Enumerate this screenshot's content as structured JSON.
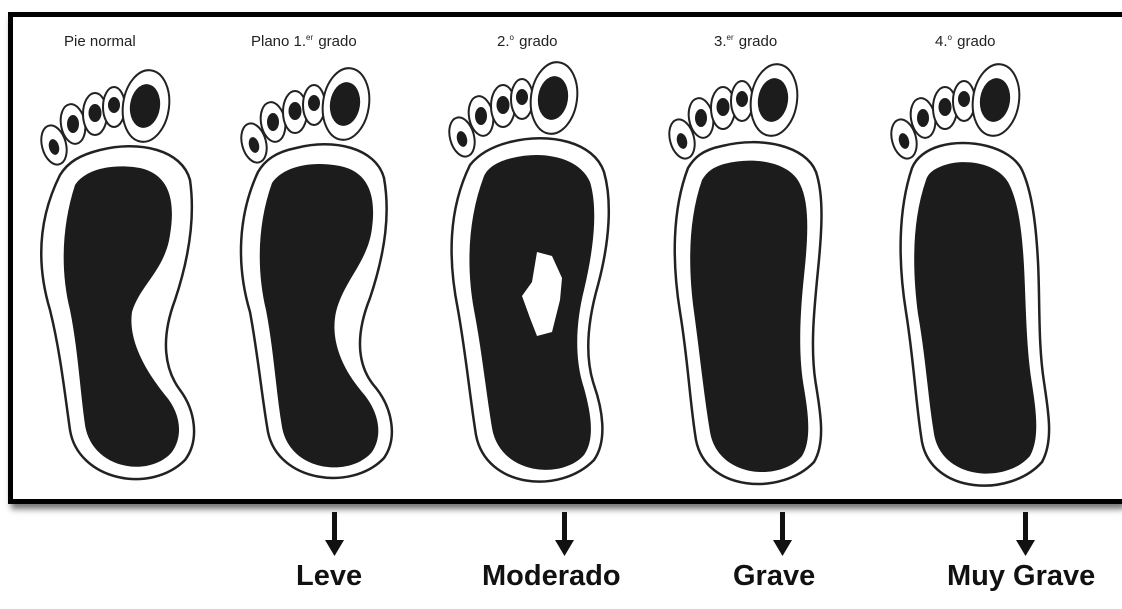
{
  "grades": [
    {
      "label": "Pie normal",
      "sup": "",
      "after": ""
    },
    {
      "label": "Plano 1.",
      "sup": "er",
      "after": " grado"
    },
    {
      "label": "2.",
      "sup": "o",
      "after": " grado"
    },
    {
      "label": "3.",
      "sup": "er",
      "after": " grado"
    },
    {
      "label": "4.",
      "sup": "o",
      "after": " grado"
    }
  ],
  "severity": [
    "Leve",
    "Moderado",
    "Grave",
    "Muy Grave"
  ],
  "colors": {
    "ink": "#1c1c1c",
    "outline": "#222222",
    "frame": "#000000"
  }
}
